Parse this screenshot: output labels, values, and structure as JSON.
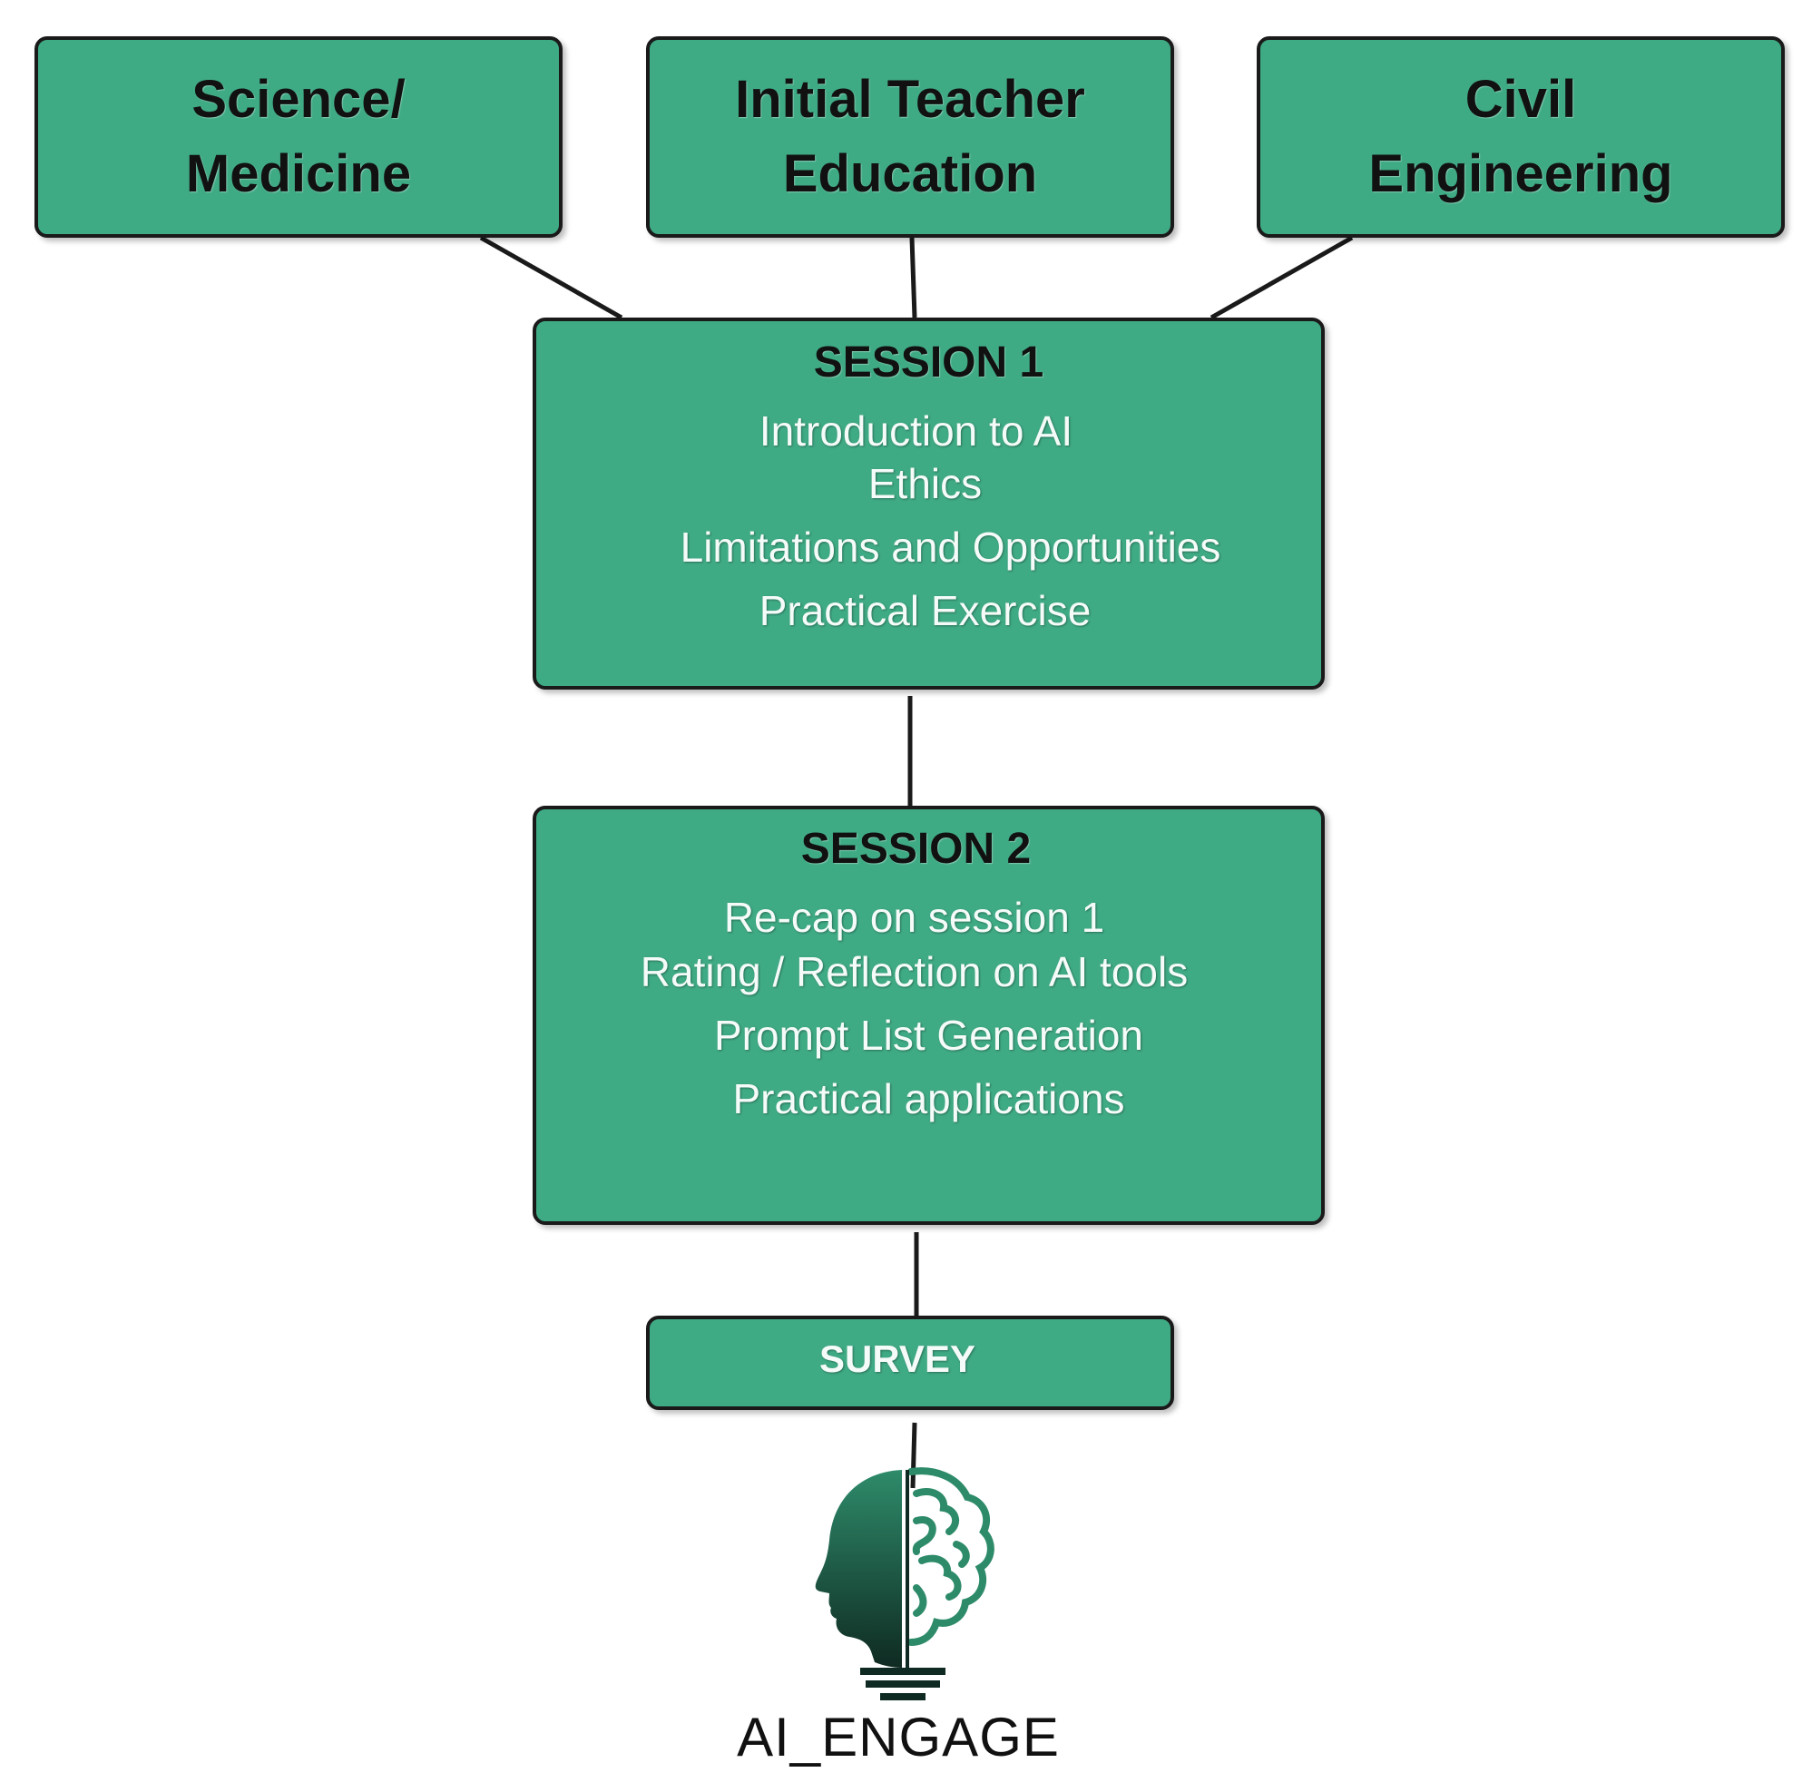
{
  "groups": [
    {
      "lines": [
        "Science/",
        "Medicine"
      ]
    },
    {
      "lines": [
        "Initial Teacher",
        "Education"
      ]
    },
    {
      "lines": [
        "Civil",
        "Engineering"
      ]
    }
  ],
  "session1": {
    "title": "SESSION 1",
    "items": [
      "Introduction to AI",
      "Ethics",
      "Limitations and Opportunities",
      "Practical Exercise"
    ]
  },
  "session2": {
    "title": "SESSION 2",
    "items": [
      "Re-cap on session 1",
      "Rating / Reflection on AI tools",
      "Prompt List Generation",
      "Practical applications"
    ]
  },
  "survey": {
    "label": "SURVEY"
  },
  "logo": {
    "text": "AI_ENGAGE",
    "icon": "head-brain-lightbulb-icon"
  },
  "colors": {
    "box_fill": "#3fab85",
    "box_border": "#1a1a1a",
    "connector": "#1a1a1a",
    "logo_dark": "#0f2a22",
    "logo_green": "#2e8b6a"
  }
}
